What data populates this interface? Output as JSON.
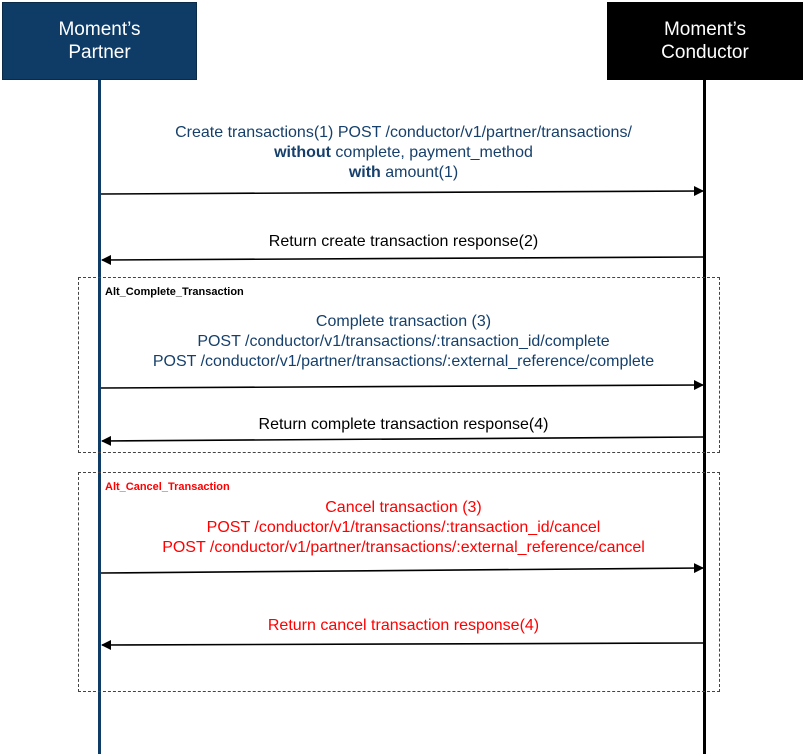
{
  "actors": {
    "partner": {
      "line1": "Moment’s",
      "line2": "Partner",
      "color": "#0f3c67"
    },
    "conductor": {
      "line1": "Moment’s",
      "line2": "Conductor",
      "color": "#000000"
    }
  },
  "messages": {
    "create": {
      "line1": "Create transactions(1) POST /conductor/v1/partner/transactions/",
      "line2_bold": "without",
      "line2_rest": " complete, payment_method",
      "line3_bold": "with",
      "line3_rest": " amount(1)"
    },
    "create_response": "Return create transaction response(2)",
    "complete": {
      "line1": "Complete transaction (3)",
      "line2": "POST /conductor/v1/transactions/:transaction_id/complete",
      "line3": "POST /conductor/v1/partner/transactions/:external_reference/complete"
    },
    "complete_response": "Return complete transaction response(4)",
    "cancel": {
      "line1": "Cancel transaction (3)",
      "line2": "POST /conductor/v1/transactions/:transaction_id/cancel",
      "line3": "POST /conductor/v1/partner/transactions/:external_reference/cancel"
    },
    "cancel_response": "Return cancel transaction response(4)"
  },
  "frames": {
    "complete_label": "Alt_Complete_Transaction",
    "cancel_label": "Alt_Cancel_Transaction"
  },
  "colors": {
    "blue_text": "#16406b",
    "red_text": "#ff0000"
  }
}
